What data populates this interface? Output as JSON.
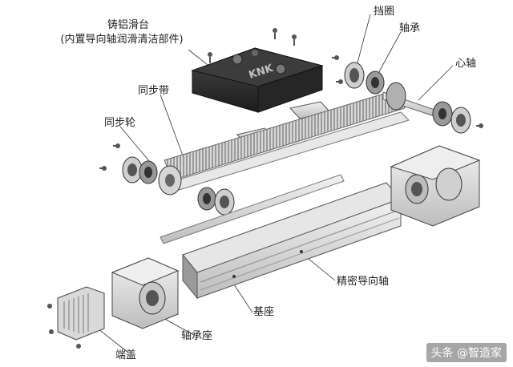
{
  "labels": {
    "slide_title": "铸铝滑台",
    "slide_subtitle": "(内置导向轴润滑清洁部件)",
    "retaining_ring": "挡圈",
    "bearing": "轴承",
    "center_shaft": "心轴",
    "timing_belt": "同步带",
    "timing_pulley": "同步轮",
    "precision_guide_shaft": "精密导向轴",
    "base": "基座",
    "bearing_housing": "轴承座",
    "end_cap": "端盖"
  },
  "slide_logo": "KNK",
  "watermark": "头条 @智造家"
}
